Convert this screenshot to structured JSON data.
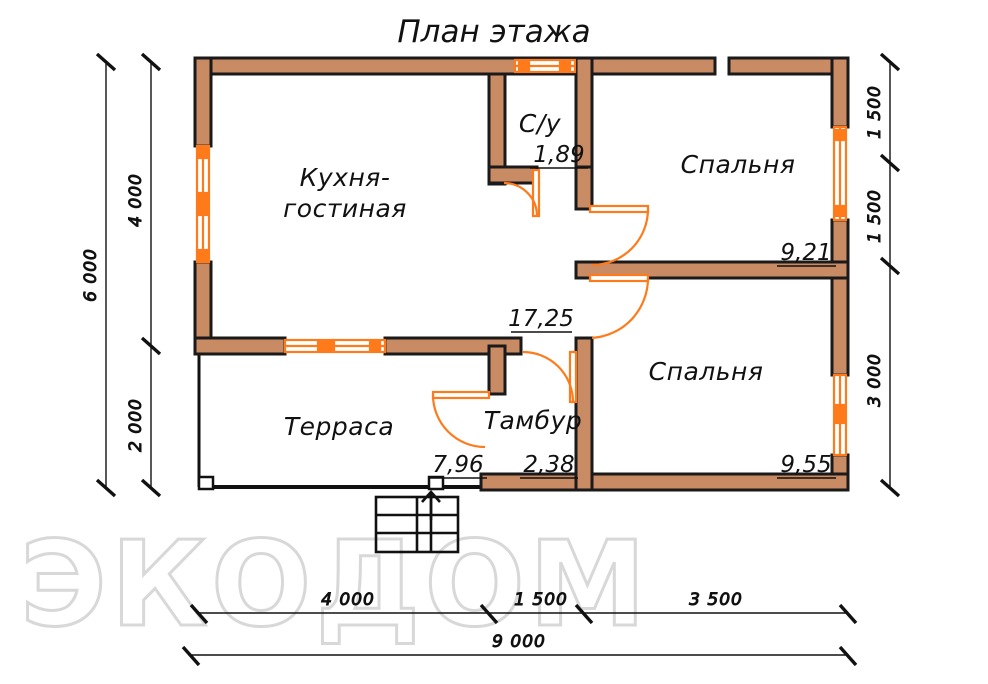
{
  "title": "План этажа",
  "watermark": "ЭКОДОМ",
  "colors": {
    "wall_fill": "#c98b63",
    "wall_stroke": "#1a1a1a",
    "opening": "#ff7a1a",
    "line": "#111111",
    "watermark": "#d8d8d8",
    "background": "#ffffff"
  },
  "rooms": [
    {
      "id": "kitchen-living",
      "name": "Кухня-",
      "name2": "гостиная",
      "area": "17,25"
    },
    {
      "id": "bathroom",
      "name": "С/у",
      "area": "1,89"
    },
    {
      "id": "bedroom-top",
      "name": "Спальня",
      "area": "9,21"
    },
    {
      "id": "bedroom-bottom",
      "name": "Спальня",
      "area": "9,55"
    },
    {
      "id": "terrace",
      "name": "Терраса",
      "area": "7,96"
    },
    {
      "id": "tambour",
      "name": "Тамбур",
      "area": "2,38"
    }
  ],
  "dimensions": {
    "left_outer": [
      "6 000"
    ],
    "left_inner": [
      "4 000",
      "2 000"
    ],
    "right": [
      "1 500",
      "1 500",
      "3 000"
    ],
    "bottom_inner": [
      "4 000",
      "1 500",
      "3 500"
    ],
    "bottom_outer": [
      "9 000"
    ]
  },
  "stairs": {
    "steps": 3,
    "direction_icon": "up-arrow"
  },
  "units": "mm"
}
